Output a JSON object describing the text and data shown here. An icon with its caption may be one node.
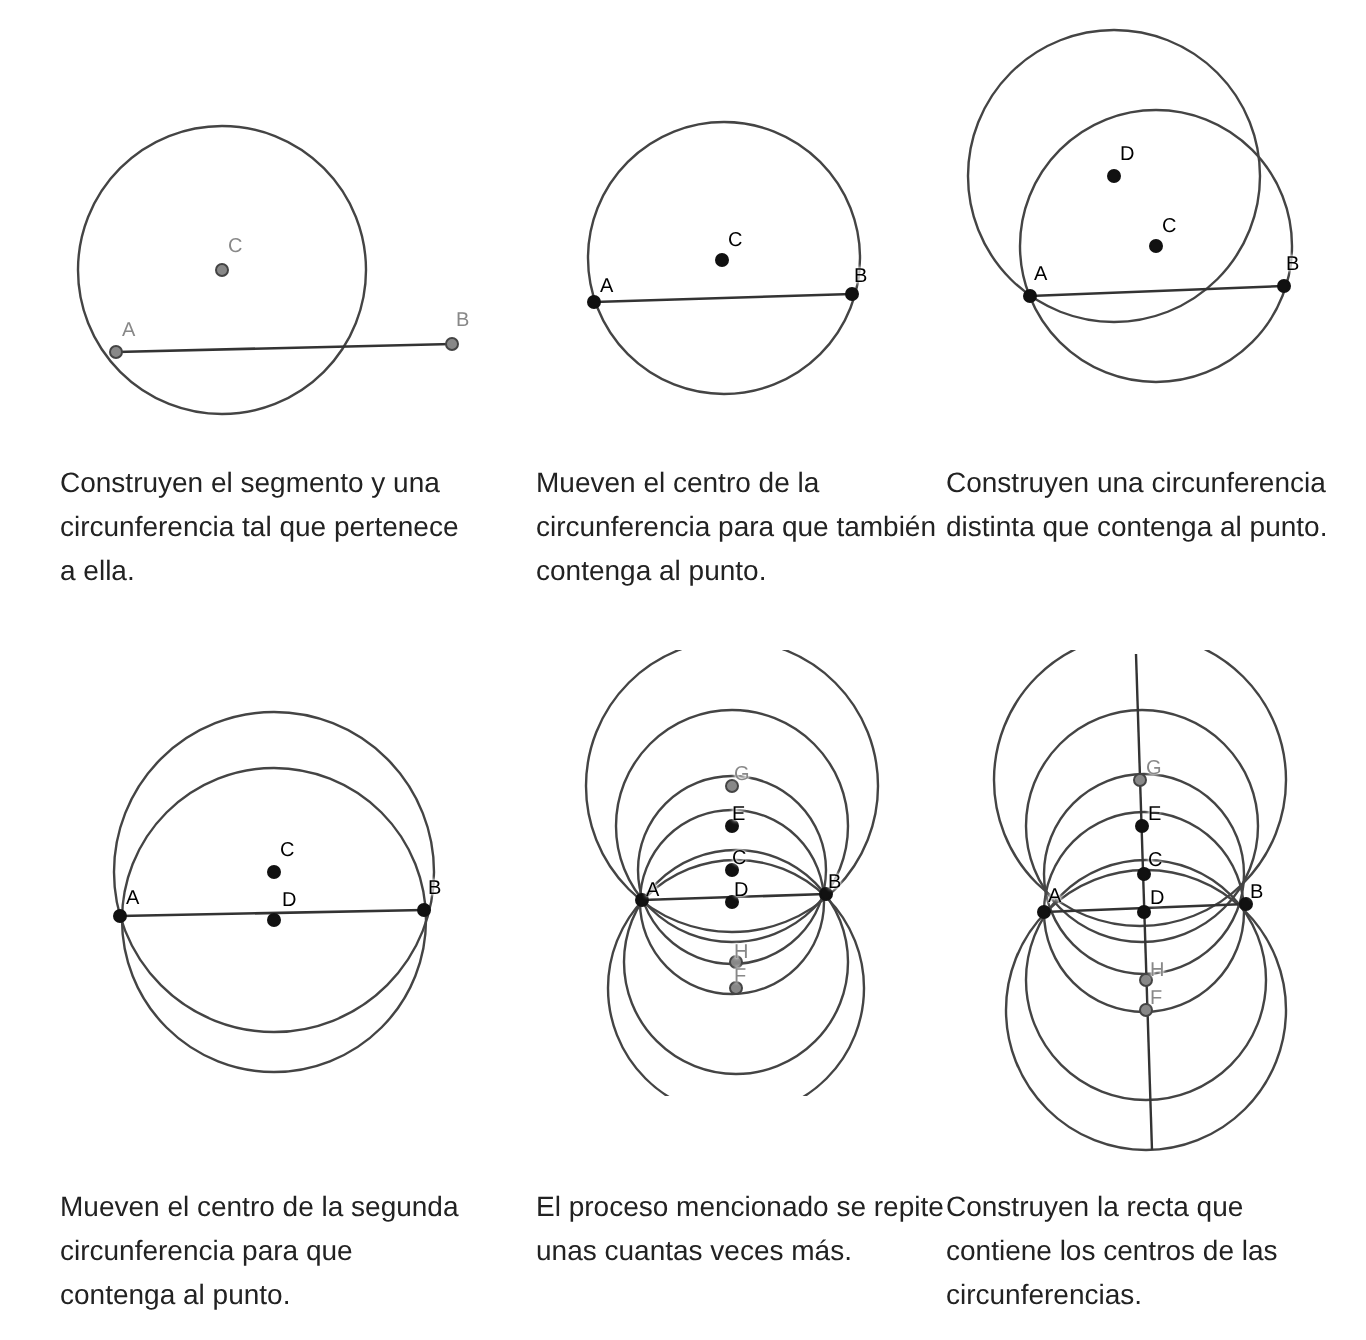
{
  "diagram": {
    "labels": [
      "C",
      "A",
      "B",
      "Construyen el segmento y una circunferencia tal que pertenece a ella.",
      "C",
      "A",
      "B",
      "Mueven el centro de la circunferencia para que también contenga al punto.",
      "D",
      "C",
      "A",
      "B",
      "Construyen una circunferencia distinta que contenga al punto.",
      "C",
      "A",
      "D",
      "B",
      "Mueven el centro de la segunda circunferencia para que contenga al punto.",
      "G",
      "E",
      "C",
      "A",
      "D",
      "B",
      "H",
      "F",
      "El proceso mencionado se repite unas cuantas veces más.",
      "G",
      "E",
      "C",
      "A",
      "D",
      "B",
      "H",
      "F",
      "Construyen la recta que contiene los centros de las circunferencias."
    ]
  }
}
